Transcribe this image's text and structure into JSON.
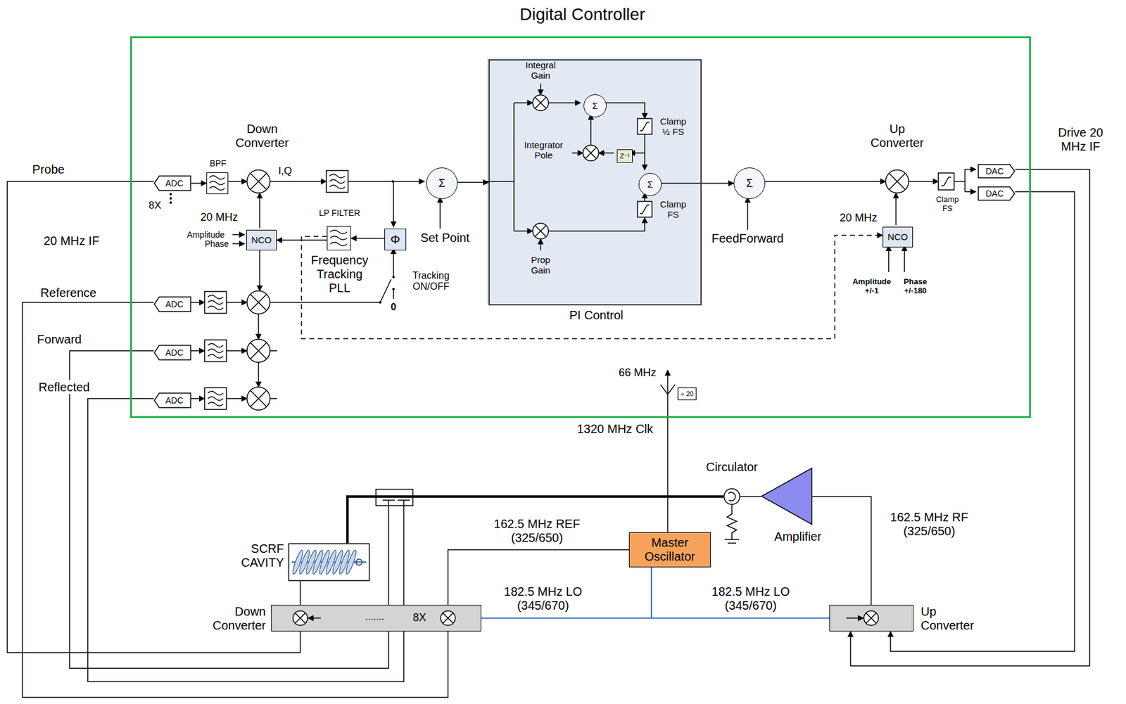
{
  "diagram": {
    "nodes": [
      {
        "text": [
          "Digital Controller"
        ]
      },
      {
        "text": [
          "ADC"
        ],
        "in": 0
      },
      {
        "text": [
          "BPF"
        ],
        "in": 0
      },
      {
        "text": [
          "ADC"
        ],
        "in": 0
      },
      {
        "text": [
          "ADC"
        ],
        "in": 0
      },
      {
        "text": [
          "ADC"
        ],
        "in": 0
      },
      {
        "text": [
          "NCO"
        ],
        "in": 0
      },
      {
        "text": [
          "LP FILTER",
          "Frequency Tracking PLL"
        ],
        "in": 0
      },
      {
        "text": [
          "Φ"
        ],
        "in": 0
      },
      {
        "text": [
          "Σ"
        ],
        "in": 0
      },
      {
        "text": [
          "PI Control"
        ],
        "in": 0
      },
      {
        "text": [
          "Σ"
        ],
        "in": 10
      },
      {
        "text": [
          "Z⁻¹"
        ],
        "in": 10
      },
      {
        "text": [
          "Σ"
        ],
        "in": 10
      },
      {
        "text": [
          "Σ"
        ],
        "in": 0
      },
      {
        "text": [
          "NCO"
        ],
        "in": 0
      },
      {
        "text": [
          "DAC"
        ],
        "in": 0
      },
      {
        "text": [
          "DAC"
        ],
        "in": 0
      },
      {
        "text": [
          "Master Oscillator"
        ]
      },
      {
        "text": [
          "Circulator"
        ]
      },
      {
        "text": [
          "Amplifier"
        ]
      },
      {
        "text": [
          "SCRF CAVITY"
        ]
      },
      {
        "text": [
          "Down Converter",
          ".......",
          "8X"
        ]
      },
      {
        "text": [
          "Up Converter"
        ]
      }
    ],
    "edges": [
      {
        "from": 1,
        "to": 2,
        "arrow": "to"
      },
      {
        "from": 22,
        "to": 1,
        "arrow": "none"
      },
      {
        "from": 22,
        "to": 3,
        "arrow": "none"
      },
      {
        "from": 22,
        "to": 4,
        "arrow": "none"
      },
      {
        "from": 22,
        "to": 5,
        "arrow": "none"
      },
      {
        "from": 21,
        "to": 22,
        "arrow": "none"
      },
      {
        "from": 8,
        "to": 7,
        "arrow": "to"
      },
      {
        "from": 7,
        "to": 6,
        "arrow": "to"
      },
      {
        "from": 7,
        "to": 15,
        "arrow": "to"
      },
      {
        "from": 9,
        "to": 10,
        "arrow": "to"
      },
      {
        "from": 13,
        "to": 14,
        "arrow": "to"
      },
      {
        "from": 20,
        "to": 19,
        "arrow": "none"
      },
      {
        "from": 19,
        "to": 21,
        "arrow": "none"
      },
      {
        "from": 18,
        "to": 22,
        "label": "162.5 MHz REF (325/650)",
        "arrow": "none"
      },
      {
        "from": 18,
        "to": 22,
        "label": "182.5 MHz LO (345/670)",
        "arrow": "none"
      },
      {
        "from": 18,
        "to": 23,
        "label": "182.5 MHz LO (345/670)",
        "arrow": "none"
      },
      {
        "from": 23,
        "to": 20,
        "label": "162.5 MHz RF (325/650)",
        "arrow": "none"
      },
      {
        "from": 16,
        "to": 23,
        "arrow": "to"
      },
      {
        "from": 17,
        "to": 23,
        "arrow": "to"
      }
    ],
    "labels": [
      "Probe",
      "8X",
      "20 MHz IF",
      "Reference",
      "Forward",
      "Reflected",
      "Down Converter",
      "I,Q",
      "20 MHz",
      "Amplitude",
      "Phase",
      "Tracking ON/OFF",
      "0",
      "Set Point",
      "Integral Gain",
      "Integrator Pole",
      "Prop Gain",
      "Clamp ½ FS",
      "Clamp FS",
      "FeedForward",
      "Up Converter",
      "20 MHz",
      "Amplitude +/-1",
      "Phase +/-180",
      "Clamp FS",
      "Drive 20 MHz IF",
      "66 MHz",
      "÷ 20",
      "1320 MHz Clk"
    ]
  }
}
